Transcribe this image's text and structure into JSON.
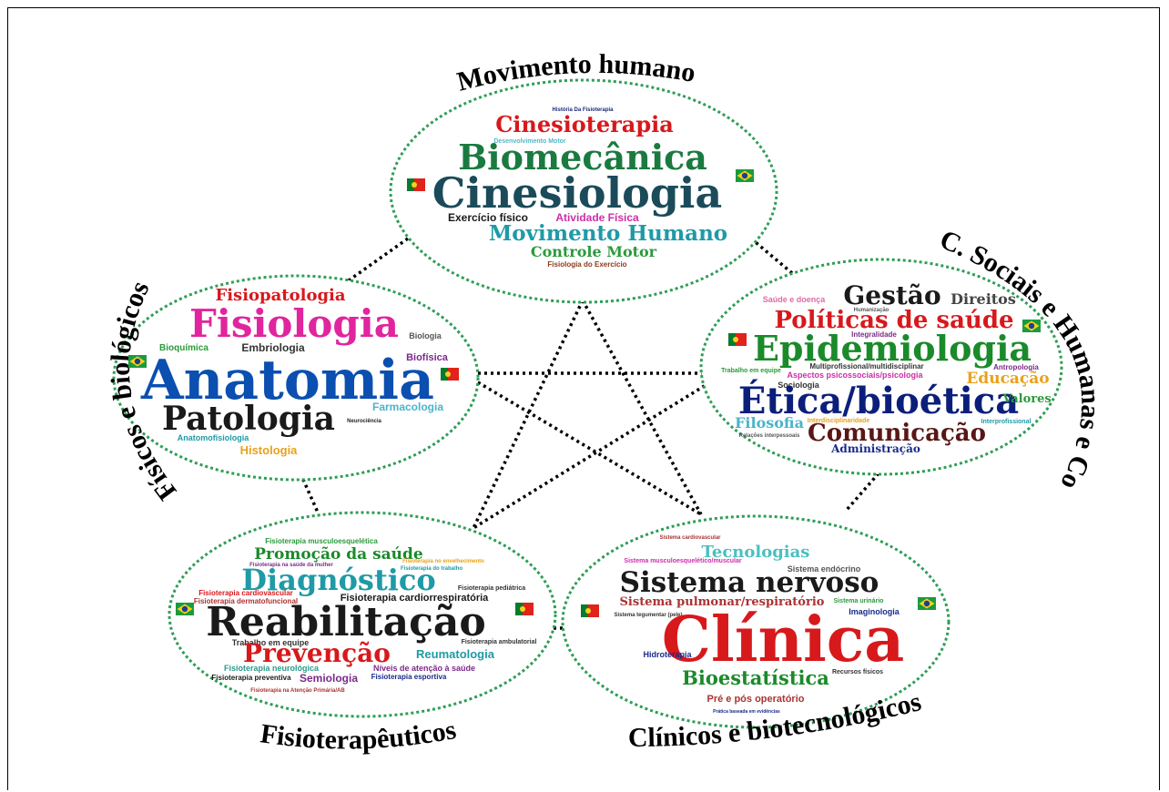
{
  "colors": {
    "ellipse_border": "#2e9e57",
    "connector": "#000000",
    "red": "#d7191c",
    "magenta": "#e0259e",
    "green": "#1a8a3a",
    "teal": "#1f9aa6",
    "navy": "#0b2f8a",
    "dark": "#1a1a1a",
    "orange": "#e9a11b",
    "brown": "#5a1616",
    "purple": "#7a2a8a"
  },
  "categories": {
    "movimento": "Movimento humano",
    "fisicos": "Físicos e biológicos",
    "sociais": "C. Sociais e Humanas e Comp",
    "fisioterapeuticos": "Fisioterapêuticos",
    "clinicos": "Clínicos e biotecnológicos"
  },
  "clusters": {
    "movimento": {
      "words": [
        "História Da Fisioterapia",
        "Cinesioterapia",
        "Desenvolvimento Motor",
        "Biomecânica",
        "Cinesiologia",
        "Exercício físico",
        "Atividade Física",
        "Movimento Humano",
        "Controle Motor",
        "Fisiologia do Exercício"
      ],
      "flags": [
        "portugal-flag-icon",
        "brazil-flag-icon"
      ]
    },
    "fisicos": {
      "words": [
        "Fisiopatologia",
        "Fisiologia",
        "Biologia",
        "Bioquímica",
        "Embriologia",
        "Biofísica",
        "Anatomia",
        "Farmacologia",
        "Patologia",
        "Neurociência",
        "Anatomofisiologia",
        "Histologia"
      ],
      "flags": [
        "brazil-flag-icon",
        "portugal-flag-icon"
      ]
    },
    "sociais": {
      "words": [
        "Gestão",
        "Direitos",
        "Saúde e doença",
        "Humanização",
        "Políticas de saúde",
        "Integralidade",
        "Epidemiologia",
        "Multiprofissional/multidisciplinar",
        "Antropologia",
        "Trabalho em equipe",
        "Aspectos psicossociais/psicologia",
        "Educação",
        "Sociologia",
        "Ética/bioética",
        "Valores",
        "Filosofia",
        "Interdisciplinaridade",
        "Interprofissional",
        "Comunicação",
        "Relações interpessoais",
        "Administração"
      ],
      "flags": [
        "brazil-flag-icon",
        "portugal-flag-icon"
      ]
    },
    "fisioterapeuticos": {
      "words": [
        "Fisioterapia musculoesquelética",
        "Promoção da saúde",
        "Fisioterapia na saúde da mulher",
        "Fisioterapia no envelhecimento",
        "Fisioterapia do trabalho",
        "Diagnóstico",
        "Fisioterapia cardiovascular",
        "Fisioterapia pediátrica",
        "Fisioterapia dermatofuncional",
        "Fisioterapia cardiorrespiratória",
        "Reabilitação",
        "Fisioterapia ambulatorial",
        "Trabalho em equipe",
        "Prevenção",
        "Reumatologia",
        "Fisioterapia neurológica",
        "Níveis de atenção à saúde",
        "Fisioterapia preventiva",
        "Semiologia",
        "Fisioterapia esportiva",
        "Fisioterapia na Atenção Primária/AB"
      ],
      "flags": [
        "brazil-flag-icon",
        "portugal-flag-icon"
      ]
    },
    "clinicos": {
      "words": [
        "Sistema cardiovascular",
        "Tecnologias",
        "Sistema musculoesquelético/muscular",
        "Sistema endócrino",
        "Sistema nervoso",
        "Sistema pulmonar/respiratório",
        "Sistema urinário",
        "Sistema tegumentar (pele)",
        "Imaginologia",
        "Clínica",
        "Hidroterapia",
        "Bioestatística",
        "Recursos físicos",
        "Pré e pós operatório",
        "Prática baseada em evidências"
      ],
      "flags": [
        "portugal-flag-icon",
        "brazil-flag-icon"
      ]
    }
  }
}
